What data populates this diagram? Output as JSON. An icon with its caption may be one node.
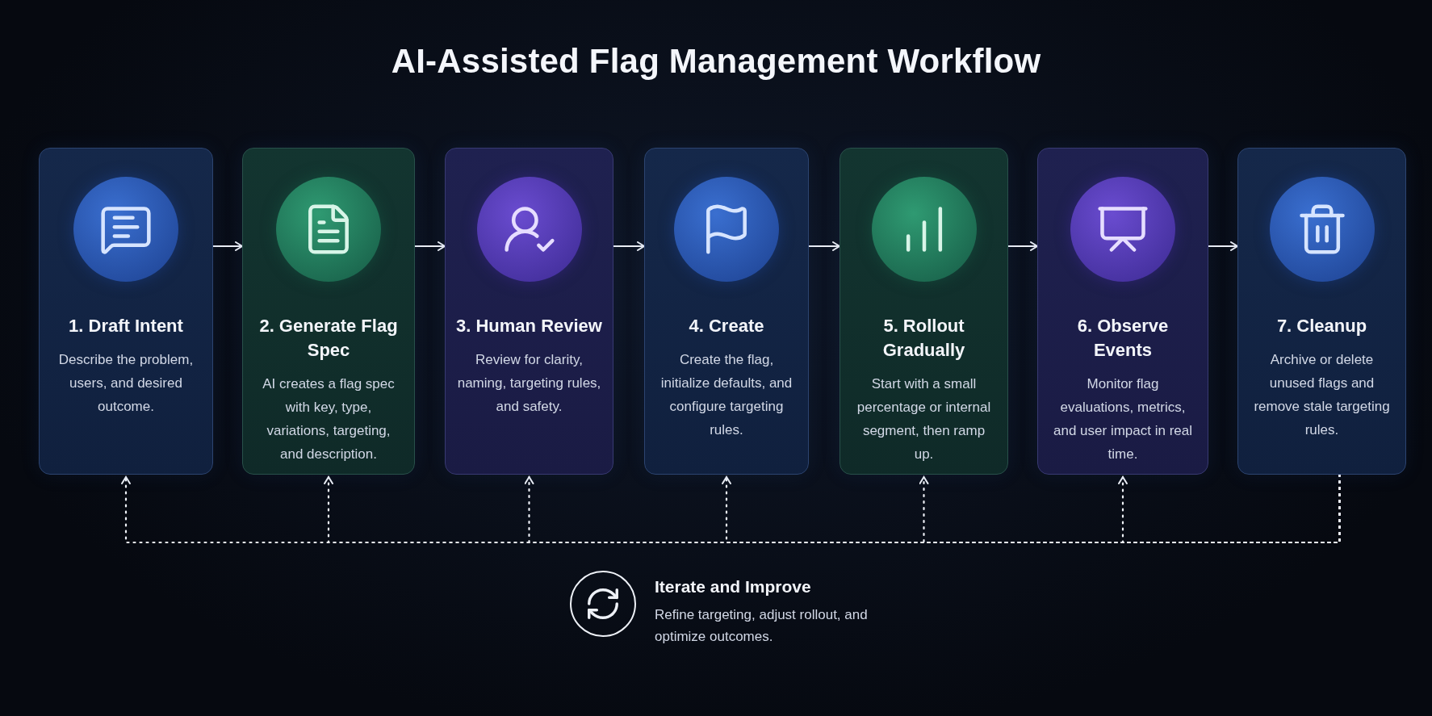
{
  "diagram": {
    "title": "AI-Assisted Flag Management Workflow",
    "nodes": [
      {
        "text": [
          "1. Draft Intent",
          "Describe the problem, users, and desired outcome."
        ]
      },
      {
        "text": [
          "2. Generate Flag Spec",
          "AI creates a flag spec with key, type, variations, targeting, and description."
        ]
      },
      {
        "text": [
          "3. Human Review",
          "Review for clarity, naming, targeting rules, and safety."
        ]
      },
      {
        "text": [
          "4. Create",
          "Create the flag, initialize defaults, and configure targeting rules."
        ]
      },
      {
        "text": [
          "5. Rollout Gradually",
          "Start with a small percentage or internal segment, then ramp up."
        ]
      },
      {
        "text": [
          "6. Observe Events",
          "Monitor flag evaluations, metrics, and user impact in real time."
        ]
      },
      {
        "text": [
          "7. Cleanup",
          "Archive or delete unused flags and remove stale targeting rules."
        ]
      }
    ],
    "edges": [
      {
        "from": 0,
        "to": 1,
        "arrow": "to"
      },
      {
        "from": 1,
        "to": 2,
        "arrow": "to"
      },
      {
        "from": 2,
        "to": 3,
        "arrow": "to"
      },
      {
        "from": 3,
        "to": 4,
        "arrow": "to"
      },
      {
        "from": 4,
        "to": 5,
        "arrow": "to"
      },
      {
        "from": 5,
        "to": 6,
        "arrow": "to"
      },
      {
        "from": 6,
        "to": 0,
        "arrow": "to",
        "style": "dashed"
      },
      {
        "from": 6,
        "to": 1,
        "arrow": "to",
        "style": "dashed"
      },
      {
        "from": 6,
        "to": 2,
        "arrow": "to",
        "style": "dashed"
      },
      {
        "from": 6,
        "to": 3,
        "arrow": "to",
        "style": "dashed"
      },
      {
        "from": 6,
        "to": 4,
        "arrow": "to",
        "style": "dashed"
      },
      {
        "from": 6,
        "to": 5,
        "arrow": "to",
        "style": "dashed"
      }
    ],
    "labels": [
      "Iterate and Improve",
      "Refine targeting, adjust rollout, and optimize outcomes."
    ]
  }
}
